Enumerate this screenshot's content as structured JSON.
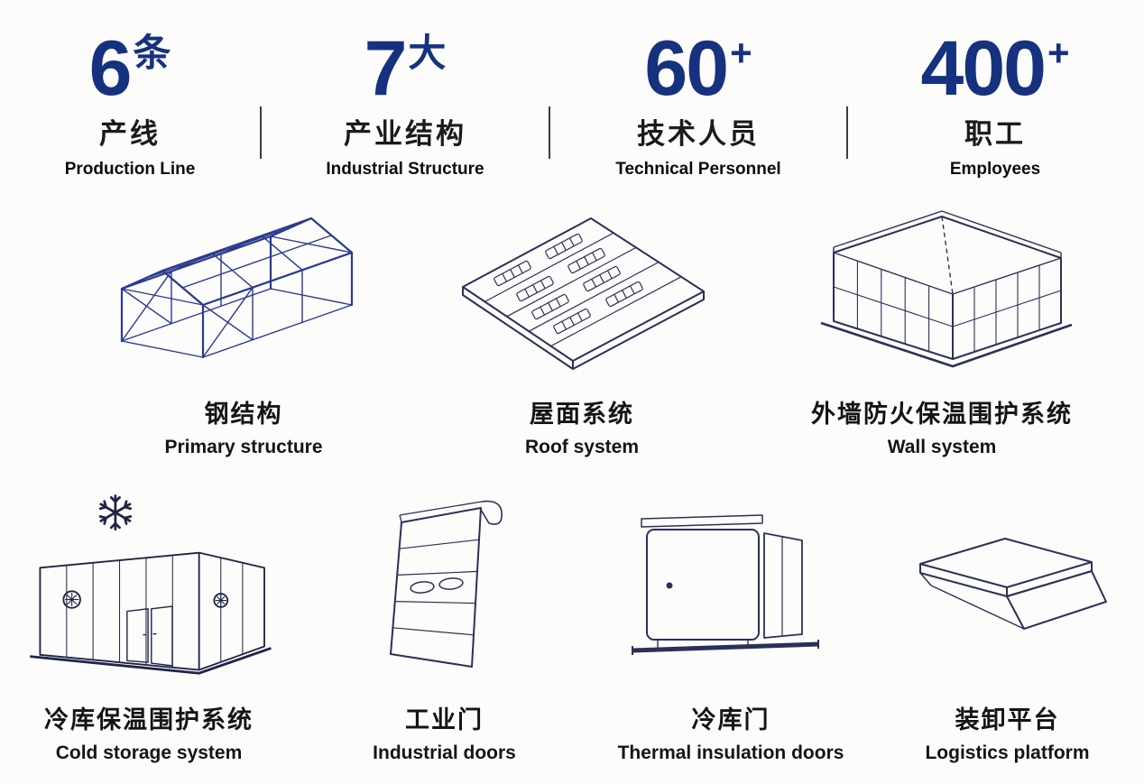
{
  "page": {
    "background": "#fcfcfa"
  },
  "colors": {
    "accent_blue": "#16327f",
    "line_navy": "#2a3158",
    "steel_blue": "#2b3a8f",
    "ink": "#111111"
  },
  "stats": [
    {
      "value": "6",
      "unit": "条",
      "label_zh": "产线",
      "label_en": "Production Line"
    },
    {
      "value": "7",
      "unit": "大",
      "label_zh": "产业结构",
      "label_en": "Industrial Structure"
    },
    {
      "value": "60",
      "unit": "+",
      "label_zh": "技术人员",
      "label_en": "Technical Personnel"
    },
    {
      "value": "400",
      "unit": "+",
      "label_zh": "职工",
      "label_en": "Employees"
    }
  ],
  "products": [
    {
      "label_zh": "钢结构",
      "label_en": "Primary structure",
      "icon": "steel-structure-icon"
    },
    {
      "label_zh": "屋面系统",
      "label_en": "Roof system",
      "icon": "roof-system-icon"
    },
    {
      "label_zh": "外墙防火保温围护系统",
      "label_en": "Wall system",
      "icon": "wall-system-icon"
    },
    {
      "label_zh": "冷库保温围护系统",
      "label_en": "Cold storage system",
      "icon": "cold-storage-icon"
    },
    {
      "label_zh": "工业门",
      "label_en": "Industrial doors",
      "icon": "industrial-door-icon"
    },
    {
      "label_zh": "冷库门",
      "label_en": "Thermal insulation doors",
      "icon": "thermal-door-icon"
    },
    {
      "label_zh": "装卸平台",
      "label_en": "Logistics platform",
      "icon": "loading-platform-icon"
    }
  ]
}
